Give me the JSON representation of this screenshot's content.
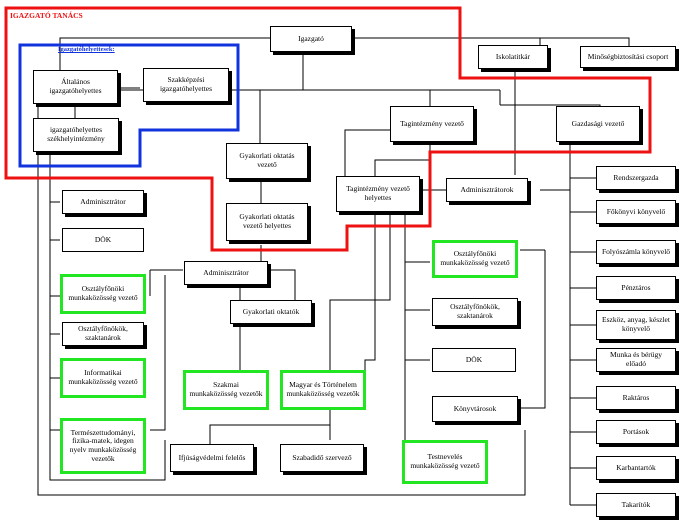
{
  "regions": {
    "directorate": "IGAZGATÓ TANÁCS",
    "deputies": "Igazgatóhelyettesek:"
  },
  "colors": {
    "directorate": "#ee1111",
    "deputies": "#1133dd",
    "team_head": "#22e622"
  },
  "nodes": {
    "igazgato": "Igazgató",
    "iskolatitkar": "Iskolatitkár",
    "minoseg": "Minőségbiztosítási csoport",
    "altalanos_ih": "Általános igazgatóhelyettes",
    "szakkepzesi_ih": "Szakképzési igazgatóhelyettes",
    "szekhely_ih": "igazgatóhelyettes székhelyintézmény",
    "tagint_vezeto_1": "Tagintézmény vezető",
    "gazdasagi": "Gazdasági vezető",
    "gyak_okt_vez": "Gyakorlati oktatás vezető",
    "gyak_okt_vez_h": "Gyakorlati oktatás vezető helyettes",
    "tagint_vez_h": "Tagintézmény vezető helyettes",
    "adminisztratorok": "Adminisztrátorok",
    "rendszergazda": "Rendszergazda",
    "adminisztrator_1": "Adminisztrátor",
    "dok_1": "DÖK",
    "osztalyfon_mk_1": "Osztályfőnöki munkaközösség vezető",
    "adminisztrator_2": "Adminisztrátor",
    "osztalyfonokok_1": "Osztályfőnökök, szaktanárok",
    "informatikai_mk": "Informatikai munkaközösség vezető",
    "termtud_mk": "Természettudományi, fizika-matek, idegen nyelv munkaközösség vezetők",
    "gyak_oktatok": "Gyakorlati oktatók",
    "szakmai_mk": "Szakmai munkaközösség vezetők",
    "magyar_mk": "Magyar és Történelem munkaközösség vezetők",
    "osztalyfon_mk_2": "Osztályfőnöki munkaközösség vezető",
    "osztalyfonokok_2": "Osztályfőnökök, szaktanárok",
    "dok_2": "DÖK",
    "konyvtarosok": "Könyvtárosok",
    "ifjusagvedelmi": "Ifjúságvédelmi felelős",
    "szabadido": "Szabadidő szervező",
    "testneveles_mk": "Testnevelés munkaközösség vezető",
    "fokonyvi": "Főkönyvi könyvelő",
    "folyoszamla": "Folyószámla könyvelő",
    "penztaros": "Pénztáros",
    "eszkoz": "Eszköz, anyag, készlet könyvelő",
    "munkaber": "Munka és bérügy előadó",
    "raktaros": "Raktáros",
    "portasok": "Portások",
    "karbantartok": "Karbantartók",
    "takaritok": "Takarítók"
  }
}
